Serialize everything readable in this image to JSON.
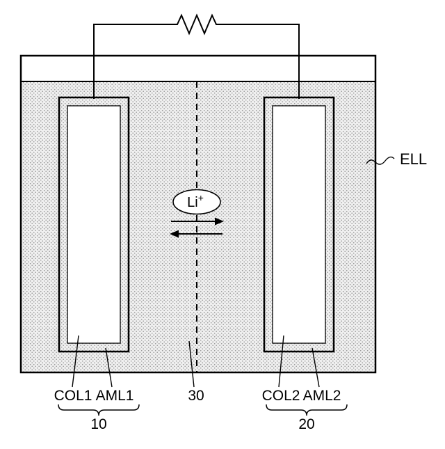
{
  "diagram": {
    "type": "patent-style battery cell schematic",
    "labels": {
      "ell": "ELL",
      "li_base": "Li",
      "li_sup": "+",
      "col1": "COL1",
      "aml1": "AML1",
      "col2": "COL2",
      "aml2": "AML2",
      "separator": "30",
      "electrode1_group": "10",
      "electrode2_group": "20"
    },
    "colors": {
      "line": "#000000",
      "background": "#ffffff",
      "stipple_dot": "#9a9a9a",
      "stipple_base": "#f0f0f0"
    }
  }
}
